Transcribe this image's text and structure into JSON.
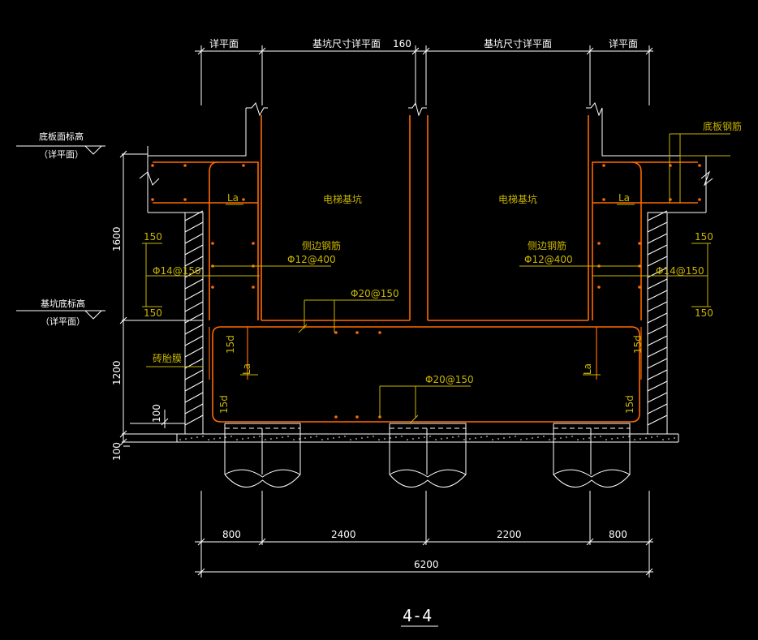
{
  "colors": {
    "background": "#000000",
    "line": "#ffffff",
    "rebar": "#ff6a00",
    "annotation": "#c8b400"
  },
  "top_labels": {
    "left": "详平面",
    "mid_left": "基坑尺寸详平面",
    "mid": "160",
    "mid_right": "基坑尺寸详平面",
    "right": "详平面"
  },
  "pits": {
    "left": "电梯基坑",
    "right": "电梯基坑"
  },
  "left_side": {
    "slab_top_elev": "底板面标高",
    "slab_top_ref": "（详平面）",
    "pit_bottom_elev": "基坑底标高",
    "pit_bottom_ref": "（详平面）",
    "dim_upper": "1600",
    "dim_lower": "1200",
    "dim_100a": "100",
    "dim_100b": "100",
    "spacing_top": "150",
    "rebar": "Φ14@150",
    "spacing_bottom": "150",
    "wall": "砖胎膜"
  },
  "right_side": {
    "slab_rebar": "底板钢筋",
    "spacing_top": "150",
    "rebar": "Φ14@150",
    "spacing_bottom": "150"
  },
  "side_rebar_left": {
    "label": "侧边钢筋",
    "spec": "Φ12@400"
  },
  "side_rebar_right": {
    "label": "侧边钢筋",
    "spec": "Φ12@400"
  },
  "top_bar": "Φ20@150",
  "bottom_bar": "Φ20@150",
  "anchor_la": "La",
  "hook_15d": "15d",
  "bottom_dims": {
    "d1": "800",
    "d2": "2400",
    "d3": "2200",
    "d4": "800",
    "total": "6200"
  },
  "section_title": "4-4"
}
